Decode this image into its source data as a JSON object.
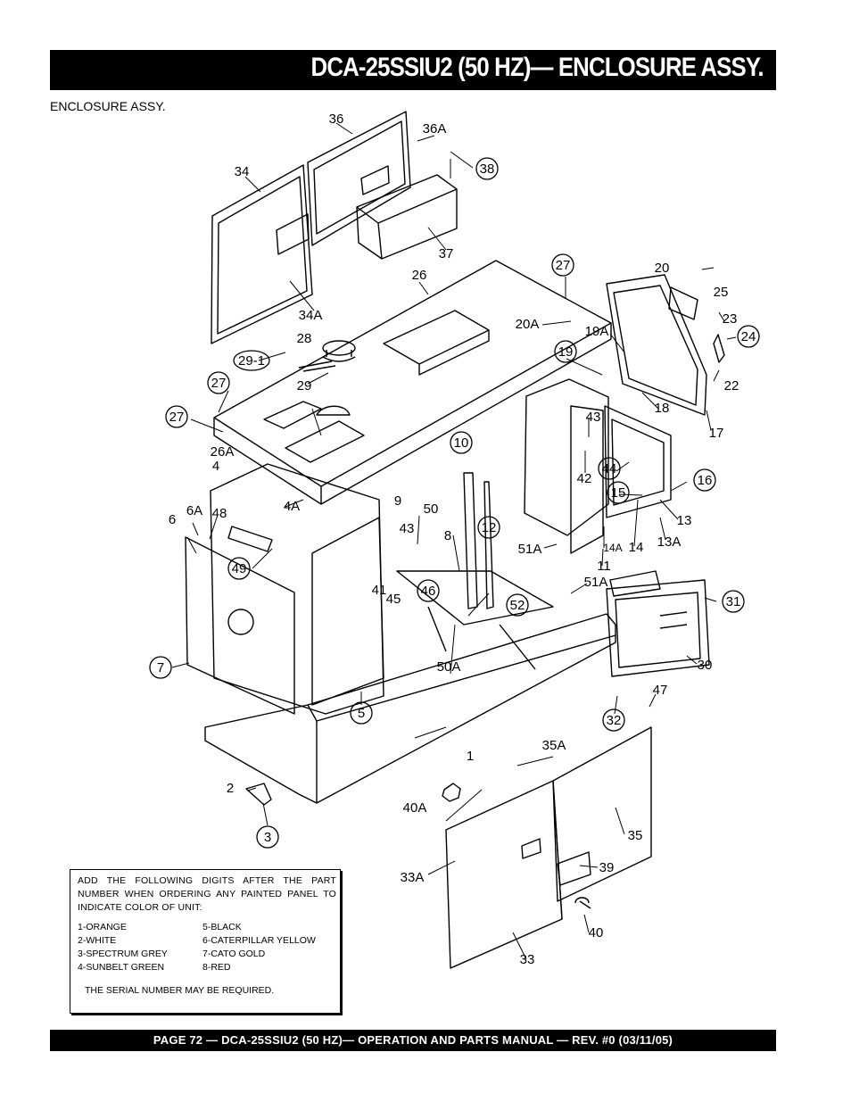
{
  "header": {
    "title": "DCA-25SSIU2 (50 HZ)— ENCLOSURE  ASSY."
  },
  "section_label": "ENCLOSURE ASSY.",
  "diagram": {
    "callouts_circled": [
      "36",
      "38",
      "27",
      "24",
      "19",
      "27",
      "27",
      "29-1",
      "16",
      "44",
      "15",
      "31",
      "10",
      "12",
      "52",
      "46",
      "49",
      "7",
      "5",
      "32",
      "3"
    ],
    "callouts_plain": [
      "36A",
      "34",
      "37",
      "26",
      "20",
      "25",
      "23",
      "20A",
      "19A",
      "28",
      "34A",
      "22",
      "29",
      "18",
      "17",
      "43",
      "26A",
      "4",
      "42",
      "13",
      "13A",
      "14",
      "14A",
      "11",
      "9",
      "4A",
      "6A",
      "48",
      "6",
      "50",
      "43",
      "8",
      "51A",
      "51A",
      "41",
      "45",
      "50A",
      "30",
      "47",
      "1",
      "35A",
      "2",
      "40A",
      "35",
      "39",
      "33A",
      "40",
      "33"
    ]
  },
  "note_box": {
    "intro": "ADD THE FOLLOWING DIGITS AFTER THE PART NUMBER WHEN ORDERING ANY PAINTED PANEL TO INDICATE COLOR OF UNIT:",
    "colors_left": [
      "1-ORANGE",
      "2-WHITE",
      "3-SPECTRUM GREY",
      "4-SUNBELT GREEN"
    ],
    "colors_right": [
      "5-BLACK",
      "6-CATERPILLAR YELLOW",
      "7-CATO GOLD",
      "8-RED"
    ],
    "serial_note": "THE SERIAL NUMBER MAY BE REQUIRED."
  },
  "footer": {
    "text": "PAGE 72 — DCA-25SSIU2 (50 HZ)—  OPERATION AND PARTS  MANUAL — REV. #0  (03/11/05)"
  }
}
